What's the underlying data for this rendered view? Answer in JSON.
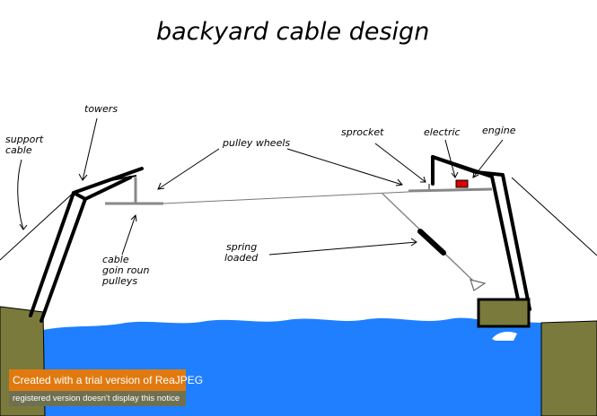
{
  "title": "backyard cable design",
  "labels": {
    "towers": "towers",
    "support_cable_1": "support",
    "support_cable_2": "cable",
    "pulley_wheels": "pulley wheels",
    "sprocket": "sprocket",
    "electric": "electric",
    "engine": "engine",
    "spring_1": "spring",
    "spring_2": "loaded",
    "cable_1": "cable",
    "cable_2": "goin roun",
    "cable_3": "pulleys"
  },
  "watermark": {
    "line1": "Created with a trial version of ReaJPEG",
    "line2": "registered version doesn't display this notice"
  },
  "colors": {
    "water": "#1f7fff",
    "ground": "#7a7a3c",
    "engine_box": "#dd0000",
    "badge_orange": "#e07a10"
  }
}
